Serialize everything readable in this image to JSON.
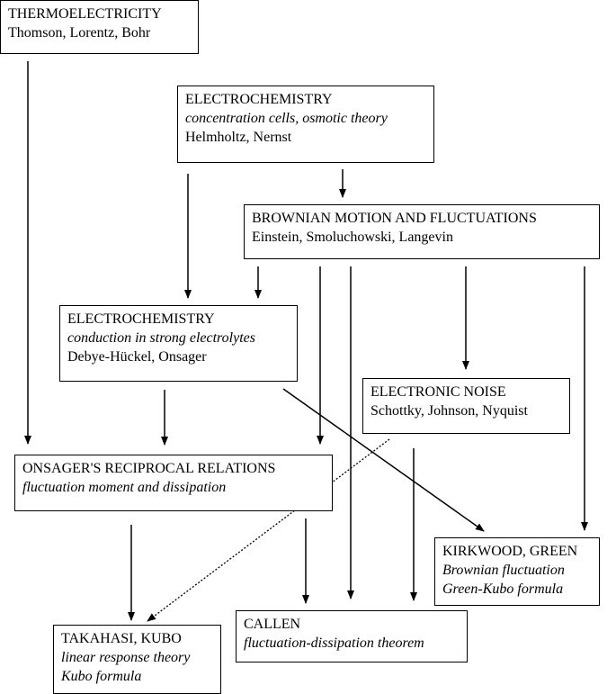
{
  "nodes": {
    "thermo": {
      "title": "THERMOELECTRICITY",
      "people": "Thomson, Lorentz, Bohr"
    },
    "electrochem1": {
      "title": "ELECTROCHEMISTRY",
      "subtitle": "concentration cells, osmotic theory",
      "people": "Helmholtz, Nernst"
    },
    "brownian": {
      "title": "BROWNIAN MOTION AND FLUCTUATIONS",
      "people": "Einstein, Smoluchowski, Langevin"
    },
    "electrochem2": {
      "title": "ELECTROCHEMISTRY",
      "subtitle": "conduction in strong electrolytes",
      "people": "Debye-Hückel, Onsager"
    },
    "noise": {
      "title": "ELECTRONIC NOISE",
      "people": "Schottky, Johnson, Nyquist"
    },
    "onsager": {
      "title": "ONSAGER'S RECIPROCAL RELATIONS",
      "subtitle": "fluctuation moment and dissipation"
    },
    "kirkwood": {
      "title": "KIRKWOOD, GREEN",
      "subtitle": "Brownian fluctuation",
      "subtitle2": "Green-Kubo formula"
    },
    "callen": {
      "title": "CALLEN",
      "subtitle": "fluctuation-dissipation theorem"
    },
    "takahasi": {
      "title": "TAKAHASI, KUBO",
      "subtitle": "linear response theory",
      "subtitle2": "Kubo formula"
    }
  },
  "edges": [
    {
      "from": "thermo",
      "to": "onsager",
      "style": "solid"
    },
    {
      "from": "electrochem1",
      "to": "brownian",
      "style": "solid"
    },
    {
      "from": "electrochem1",
      "to": "electrochem2",
      "style": "solid"
    },
    {
      "from": "brownian",
      "to": "electrochem2",
      "style": "solid"
    },
    {
      "from": "brownian",
      "to": "onsager",
      "style": "solid"
    },
    {
      "from": "brownian",
      "to": "callen",
      "style": "solid"
    },
    {
      "from": "brownian",
      "to": "noise",
      "style": "solid"
    },
    {
      "from": "brownian",
      "to": "kirkwood",
      "style": "solid"
    },
    {
      "from": "electrochem2",
      "to": "onsager",
      "style": "solid"
    },
    {
      "from": "electrochem2",
      "to": "kirkwood",
      "style": "solid"
    },
    {
      "from": "noise",
      "to": "takahasi",
      "style": "dotted"
    },
    {
      "from": "noise",
      "to": "callen",
      "style": "solid"
    },
    {
      "from": "onsager",
      "to": "takahasi",
      "style": "solid"
    },
    {
      "from": "onsager",
      "to": "callen",
      "style": "solid"
    }
  ]
}
